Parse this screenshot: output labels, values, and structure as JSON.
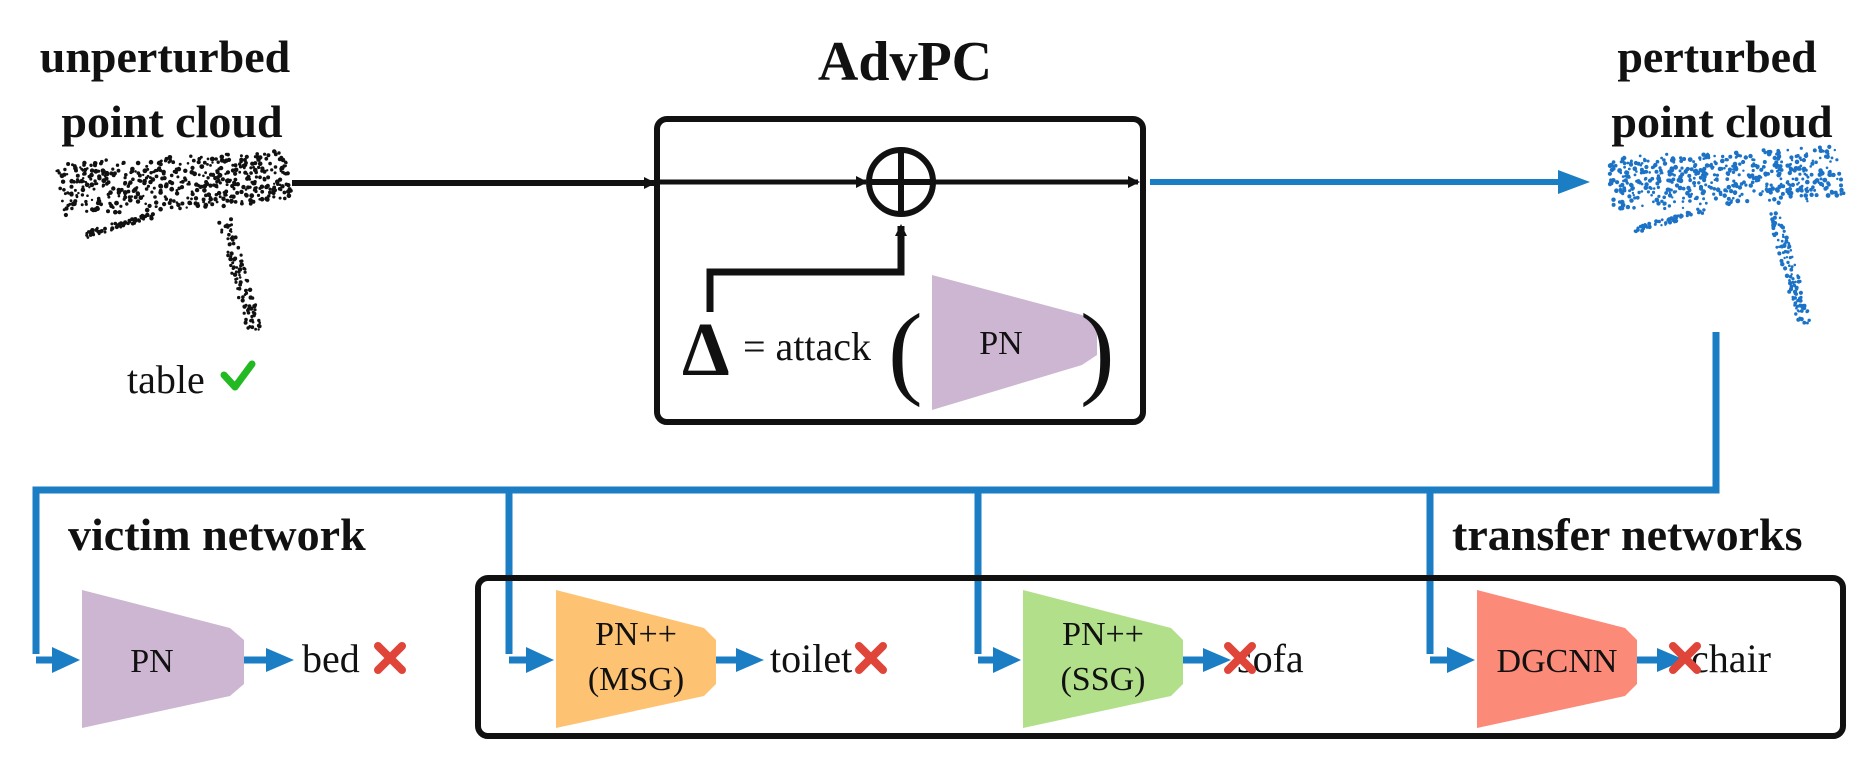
{
  "title": "AdvPC",
  "input": {
    "label_line1": "unperturbed",
    "label_line2": "point cloud",
    "class_label": "table"
  },
  "output": {
    "label_line1": "perturbed",
    "label_line2": "point cloud"
  },
  "attack": {
    "delta_symbol": "Δ",
    "equation_text": "= attack",
    "network": "PN"
  },
  "victim": {
    "heading": "victim network",
    "network": "PN",
    "prediction": "bed"
  },
  "transfer": {
    "heading": "transfer networks",
    "networks": [
      {
        "name_line1": "PN++",
        "name_line2": "(MSG)",
        "prediction": "toilet"
      },
      {
        "name_line1": "PN++",
        "name_line2": "(SSG)",
        "prediction": "sofa"
      },
      {
        "name_line1": "DGCNN",
        "name_line2": "",
        "prediction": "chair"
      }
    ]
  },
  "colors": {
    "black_arrow": "#111111",
    "blue_arrow": "#1b7dc4",
    "pn": "#cdb6d2",
    "pn_msg": "#fdc372",
    "pn_ssg": "#b2df8a",
    "dgcnn": "#fb8a78",
    "correct": "#22b922",
    "wrong": "#e0453a",
    "input_points": "#111111",
    "output_points": "#1b72c6"
  },
  "icons": {
    "correct": "check-icon",
    "wrong": "cross-icon",
    "plus": "circled-plus-icon"
  }
}
